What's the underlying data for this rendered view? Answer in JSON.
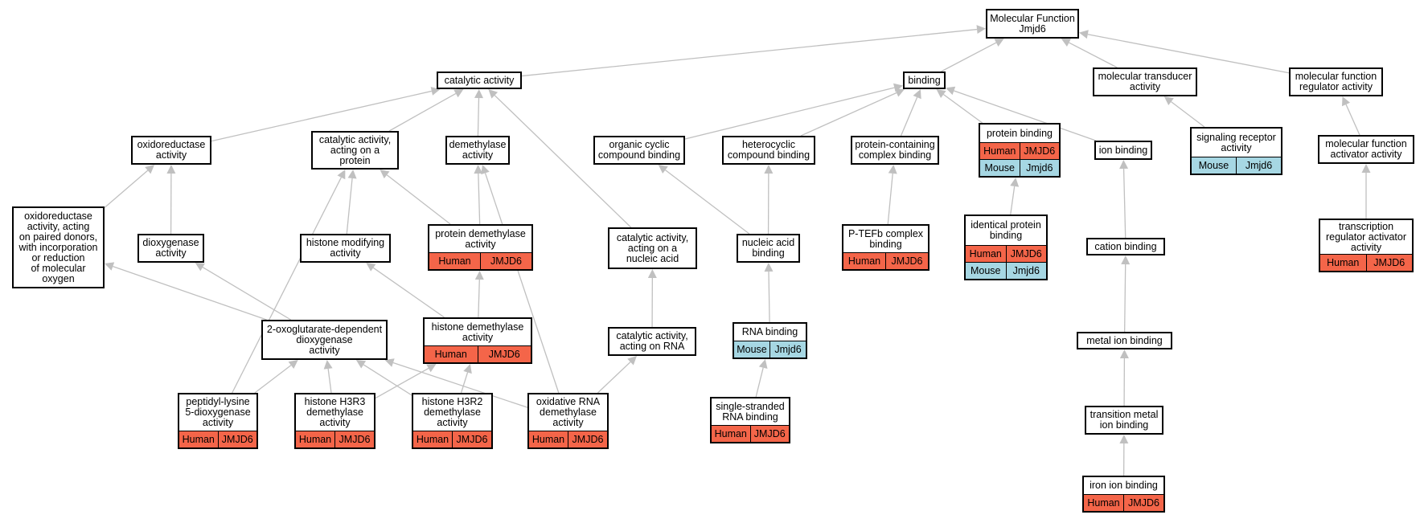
{
  "nodes": [
    {
      "id": "mf",
      "label": "Molecular Function\nJmjd6",
      "tags": []
    },
    {
      "id": "cat",
      "label": "catalytic activity",
      "tags": []
    },
    {
      "id": "bind",
      "label": "binding",
      "tags": []
    },
    {
      "id": "mtrans",
      "label": "molecular transducer\nactivity",
      "tags": []
    },
    {
      "id": "mfreg",
      "label": "molecular function\nregulator activity",
      "tags": []
    },
    {
      "id": "oxred",
      "label": "oxidoreductase\nactivity",
      "tags": []
    },
    {
      "id": "catprot",
      "label": "catalytic activity,\nacting on a\nprotein",
      "tags": []
    },
    {
      "id": "demeth",
      "label": "demethylase\nactivity",
      "tags": []
    },
    {
      "id": "orgcyc",
      "label": "organic cyclic\ncompound binding",
      "tags": []
    },
    {
      "id": "hetcyc",
      "label": "heterocyclic\ncompound binding",
      "tags": []
    },
    {
      "id": "protcx",
      "label": "protein-containing\ncomplex binding",
      "tags": []
    },
    {
      "id": "protbind",
      "label": "protein binding",
      "tags": [
        {
          "species": "Human",
          "gene": "JMJD6"
        },
        {
          "species": "Mouse",
          "gene": "Jmjd6"
        }
      ]
    },
    {
      "id": "ionbind",
      "label": "ion binding",
      "tags": []
    },
    {
      "id": "sigrec",
      "label": "signaling receptor\nactivity",
      "tags": [
        {
          "species": "Mouse",
          "gene": "Jmjd6"
        }
      ]
    },
    {
      "id": "mfact",
      "label": "molecular function\nactivator activity",
      "tags": []
    },
    {
      "id": "oxredpd",
      "label": "oxidoreductase\nactivity, acting\non paired donors,\nwith incorporation\nor reduction\nof molecular\noxygen",
      "tags": []
    },
    {
      "id": "dioxy",
      "label": "dioxygenase\nactivity",
      "tags": []
    },
    {
      "id": "histmod",
      "label": "histone modifying\nactivity",
      "tags": []
    },
    {
      "id": "protdem",
      "label": "protein demethylase\nactivity",
      "tags": [
        {
          "species": "Human",
          "gene": "JMJD6"
        }
      ]
    },
    {
      "id": "catnuc",
      "label": "catalytic activity,\nacting on a\nnucleic acid",
      "tags": []
    },
    {
      "id": "nucbind",
      "label": "nucleic acid\nbinding",
      "tags": []
    },
    {
      "id": "ptefb",
      "label": "P-TEFb complex\nbinding",
      "tags": [
        {
          "species": "Human",
          "gene": "JMJD6"
        }
      ]
    },
    {
      "id": "identprot",
      "label": "identical protein\nbinding",
      "tags": [
        {
          "species": "Human",
          "gene": "JMJD6"
        },
        {
          "species": "Mouse",
          "gene": "Jmjd6"
        }
      ]
    },
    {
      "id": "cation",
      "label": "cation binding",
      "tags": []
    },
    {
      "id": "trreg",
      "label": "transcription\nregulator activator\nactivity",
      "tags": [
        {
          "species": "Human",
          "gene": "JMJD6"
        }
      ]
    },
    {
      "id": "oxoglu",
      "label": "2-oxoglutarate-dependent\ndioxygenase\nactivity",
      "tags": []
    },
    {
      "id": "histdem",
      "label": "histone demethylase\nactivity",
      "tags": [
        {
          "species": "Human",
          "gene": "JMJD6"
        }
      ]
    },
    {
      "id": "catrna",
      "label": "catalytic activity,\nacting on RNA",
      "tags": []
    },
    {
      "id": "rnabind",
      "label": "RNA binding",
      "tags": [
        {
          "species": "Mouse",
          "gene": "Jmjd6"
        }
      ]
    },
    {
      "id": "metal",
      "label": "metal ion binding",
      "tags": []
    },
    {
      "id": "peplys",
      "label": "peptidyl-lysine\n5-dioxygenase\nactivity",
      "tags": [
        {
          "species": "Human",
          "gene": "JMJD6"
        }
      ]
    },
    {
      "id": "h3r3",
      "label": "histone H3R3\ndemethylase\nactivity",
      "tags": [
        {
          "species": "Human",
          "gene": "JMJD6"
        }
      ]
    },
    {
      "id": "h3r2",
      "label": "histone H3R2\ndemethylase\nactivity",
      "tags": [
        {
          "species": "Human",
          "gene": "JMJD6"
        }
      ]
    },
    {
      "id": "oxrna",
      "label": "oxidative RNA\ndemethylase\nactivity",
      "tags": [
        {
          "species": "Human",
          "gene": "JMJD6"
        }
      ]
    },
    {
      "id": "ssrna",
      "label": "single-stranded\nRNA binding",
      "tags": [
        {
          "species": "Human",
          "gene": "JMJD6"
        }
      ]
    },
    {
      "id": "transmetal",
      "label": "transition metal\nion binding",
      "tags": []
    },
    {
      "id": "iron",
      "label": "iron ion binding",
      "tags": [
        {
          "species": "Human",
          "gene": "JMJD6"
        }
      ]
    }
  ],
  "edges": [
    [
      "cat",
      "mf"
    ],
    [
      "bind",
      "mf"
    ],
    [
      "mtrans",
      "mf"
    ],
    [
      "mfreg",
      "mf"
    ],
    [
      "oxred",
      "cat"
    ],
    [
      "catprot",
      "cat"
    ],
    [
      "demeth",
      "cat"
    ],
    [
      "catnuc",
      "cat"
    ],
    [
      "orgcyc",
      "bind"
    ],
    [
      "hetcyc",
      "bind"
    ],
    [
      "protcx",
      "bind"
    ],
    [
      "protbind",
      "bind"
    ],
    [
      "ionbind",
      "bind"
    ],
    [
      "sigrec",
      "mtrans"
    ],
    [
      "mfact",
      "mfreg"
    ],
    [
      "oxredpd",
      "oxred"
    ],
    [
      "dioxy",
      "oxred"
    ],
    [
      "histmod",
      "catprot"
    ],
    [
      "protdem",
      "catprot"
    ],
    [
      "peplys",
      "catprot"
    ],
    [
      "protdem",
      "demeth"
    ],
    [
      "oxrna",
      "demeth"
    ],
    [
      "nucbind",
      "orgcyc"
    ],
    [
      "nucbind",
      "hetcyc"
    ],
    [
      "ptefb",
      "protcx"
    ],
    [
      "identprot",
      "protbind"
    ],
    [
      "cation",
      "ionbind"
    ],
    [
      "trreg",
      "mfact"
    ],
    [
      "oxoglu",
      "oxredpd"
    ],
    [
      "oxoglu",
      "dioxy"
    ],
    [
      "histdem",
      "histmod"
    ],
    [
      "histdem",
      "protdem"
    ],
    [
      "catrna",
      "catnuc"
    ],
    [
      "rnabind",
      "nucbind"
    ],
    [
      "metal",
      "cation"
    ],
    [
      "peplys",
      "oxoglu"
    ],
    [
      "h3r3",
      "oxoglu"
    ],
    [
      "h3r2",
      "oxoglu"
    ],
    [
      "oxrna",
      "oxoglu"
    ],
    [
      "h3r3",
      "histdem"
    ],
    [
      "h3r2",
      "histdem"
    ],
    [
      "oxrna",
      "catrna"
    ],
    [
      "ssrna",
      "rnabind"
    ],
    [
      "transmetal",
      "metal"
    ],
    [
      "iron",
      "transmetal"
    ]
  ],
  "colors": {
    "human": "#f46549",
    "mouse": "#a6d7e3",
    "edge": "#c0c0c0"
  }
}
